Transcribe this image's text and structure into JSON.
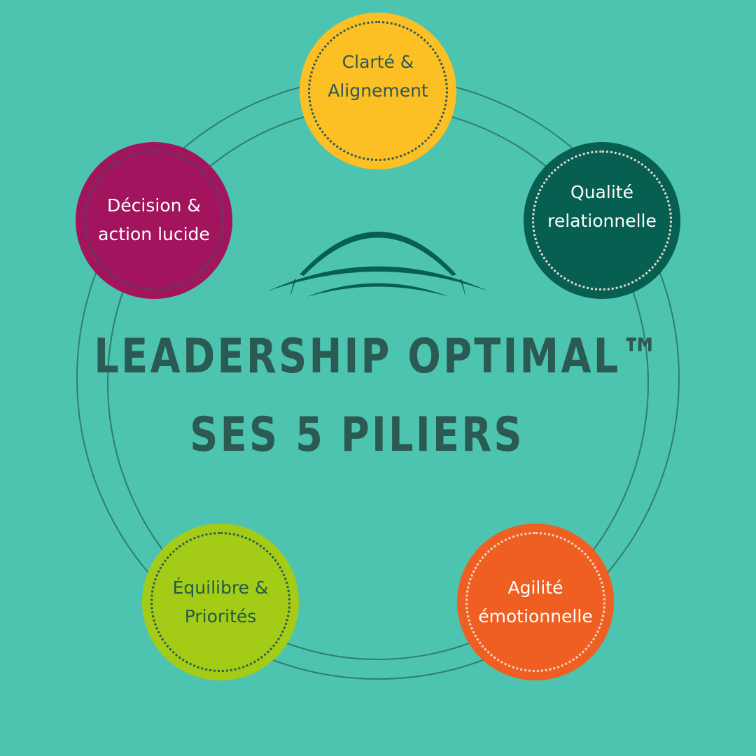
{
  "title": {
    "line1": "LEADERSHIP OPTIMAL™",
    "line2": "SES 5 PILIERS"
  },
  "pillars": [
    {
      "label": "Clarté &\nAlignement",
      "color": "#fcbf24",
      "text_color": "#2d5a54"
    },
    {
      "label": "Qualité\nrelationnelle",
      "color": "#065f50",
      "text_color": "#ffffff"
    },
    {
      "label": "Agilité\némotionnelle",
      "color": "#ef5f22",
      "text_color": "#ffffff"
    },
    {
      "label": "Équilibre &\nPriorités",
      "color": "#a4cc17",
      "text_color": "#1e5a4a"
    },
    {
      "label": "Décision &\naction lucide",
      "color": "#a2155e",
      "text_color": "#ffffff"
    }
  ],
  "colors": {
    "background": "#4dc4b0",
    "logo": "#065f50",
    "rings": "#2e7d70"
  }
}
